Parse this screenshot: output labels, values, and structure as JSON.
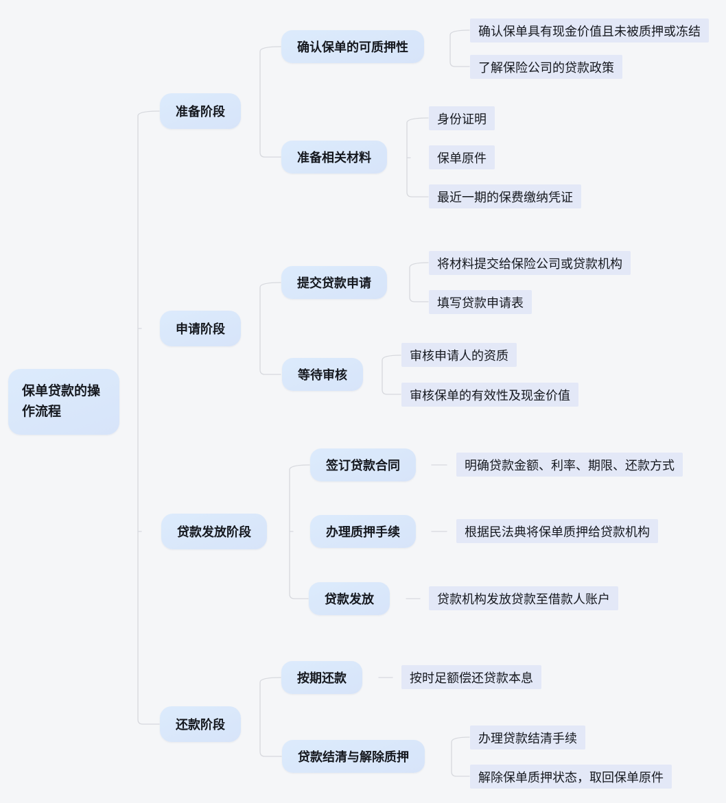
{
  "mindmap": {
    "root": {
      "label": "保单贷款的操作流程"
    },
    "branches": [
      {
        "label": "准备阶段",
        "children": [
          {
            "label": "确认保单的可质押性",
            "children": [
              {
                "label": "确认保单具有现金价值且未被质押或冻结"
              },
              {
                "label": "了解保险公司的贷款政策"
              }
            ]
          },
          {
            "label": "准备相关材料",
            "children": [
              {
                "label": "身份证明"
              },
              {
                "label": "保单原件"
              },
              {
                "label": "最近一期的保费缴纳凭证"
              }
            ]
          }
        ]
      },
      {
        "label": "申请阶段",
        "children": [
          {
            "label": "提交贷款申请",
            "children": [
              {
                "label": "将材料提交给保险公司或贷款机构"
              },
              {
                "label": "填写贷款申请表"
              }
            ]
          },
          {
            "label": "等待审核",
            "children": [
              {
                "label": "审核申请人的资质"
              },
              {
                "label": "审核保单的有效性及现金价值"
              }
            ]
          }
        ]
      },
      {
        "label": "贷款发放阶段",
        "children": [
          {
            "label": "签订贷款合同",
            "children": [
              {
                "label": "明确贷款金额、利率、期限、还款方式"
              }
            ]
          },
          {
            "label": "办理质押手续",
            "children": [
              {
                "label": "根据民法典将保单质押给贷款机构"
              }
            ]
          },
          {
            "label": "贷款发放",
            "children": [
              {
                "label": "贷款机构发放贷款至借款人账户"
              }
            ]
          }
        ]
      },
      {
        "label": "还款阶段",
        "children": [
          {
            "label": "按期还款",
            "children": [
              {
                "label": "按时足额偿还贷款本息"
              }
            ]
          },
          {
            "label": "贷款结清与解除质押",
            "children": [
              {
                "label": "办理贷款结清手续"
              },
              {
                "label": "解除保单质押状态，取回保单原件"
              }
            ]
          }
        ]
      }
    ],
    "colors": {
      "background": "#f5f6f8",
      "node_fill": "#d7e4f9",
      "node_fill_light": "#dcebfc",
      "leaf_fill": "#e3e8f7",
      "connector": "#d6d8dd",
      "text": "#15181e"
    }
  }
}
